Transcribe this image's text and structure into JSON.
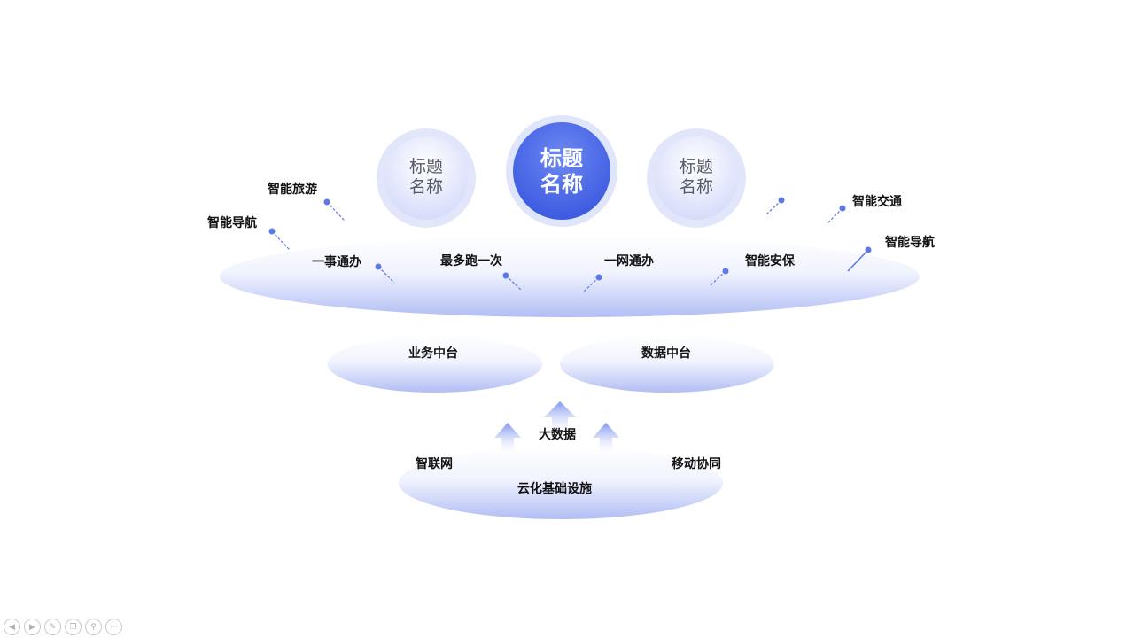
{
  "top_circles": {
    "left": [
      "标题",
      "名称"
    ],
    "center": [
      "标题",
      "名称"
    ],
    "right": [
      "标题",
      "名称"
    ]
  },
  "top_layer": {
    "items": [
      "智能旅游",
      "智能导航",
      "一事通办",
      "最多跑一次",
      "一网通办",
      "智能安保",
      "智能交通",
      "智能导航"
    ]
  },
  "middle_layer": {
    "left": "业务中台",
    "right": "数据中台"
  },
  "bottom_layer": {
    "center_top": "大数据",
    "left": "智联网",
    "right": "移动协同",
    "base": "云化基础设施"
  },
  "toolbar_icons": [
    "prev-icon",
    "next-icon",
    "pen-icon",
    "copy-icon",
    "zoom-icon",
    "more-icon"
  ],
  "colors": {
    "accent": "#4a68e8",
    "ellipse_light": "#ffffff",
    "ellipse_dark": "#b4c0f5",
    "dot": "#5a78e6"
  }
}
